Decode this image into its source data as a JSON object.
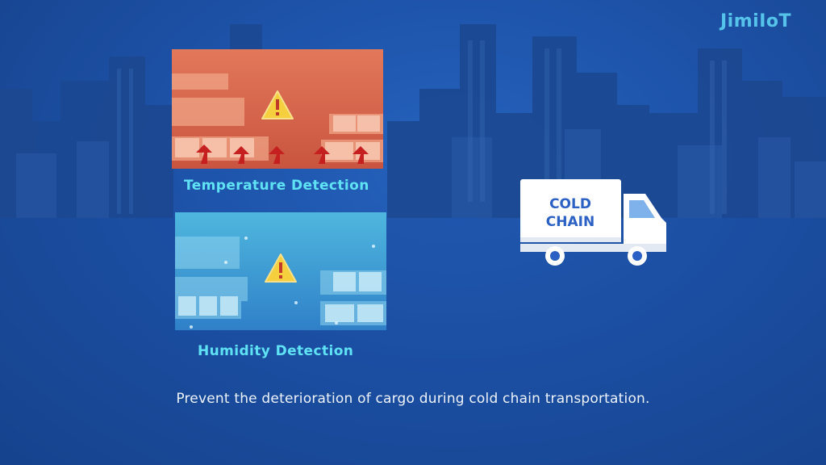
{
  "brand": {
    "logo_text": "JimiIoT"
  },
  "temperature": {
    "label": "Temperature Detection",
    "icon": "warning-icon"
  },
  "humidity": {
    "label": "Humidity Detection",
    "icon": "warning-icon"
  },
  "truck": {
    "line1": "COLD",
    "line2": "CHAIN"
  },
  "caption": "Prevent the deterioration of cargo during cold chain transportation.",
  "colors": {
    "accent": "#5fe3f4",
    "brand": "#56c4ea",
    "temperature_panel": "#e2785a",
    "humidity_panel": "#3fa2d4",
    "truck_text": "#2b60c4",
    "warning": "#f5cf3e"
  }
}
